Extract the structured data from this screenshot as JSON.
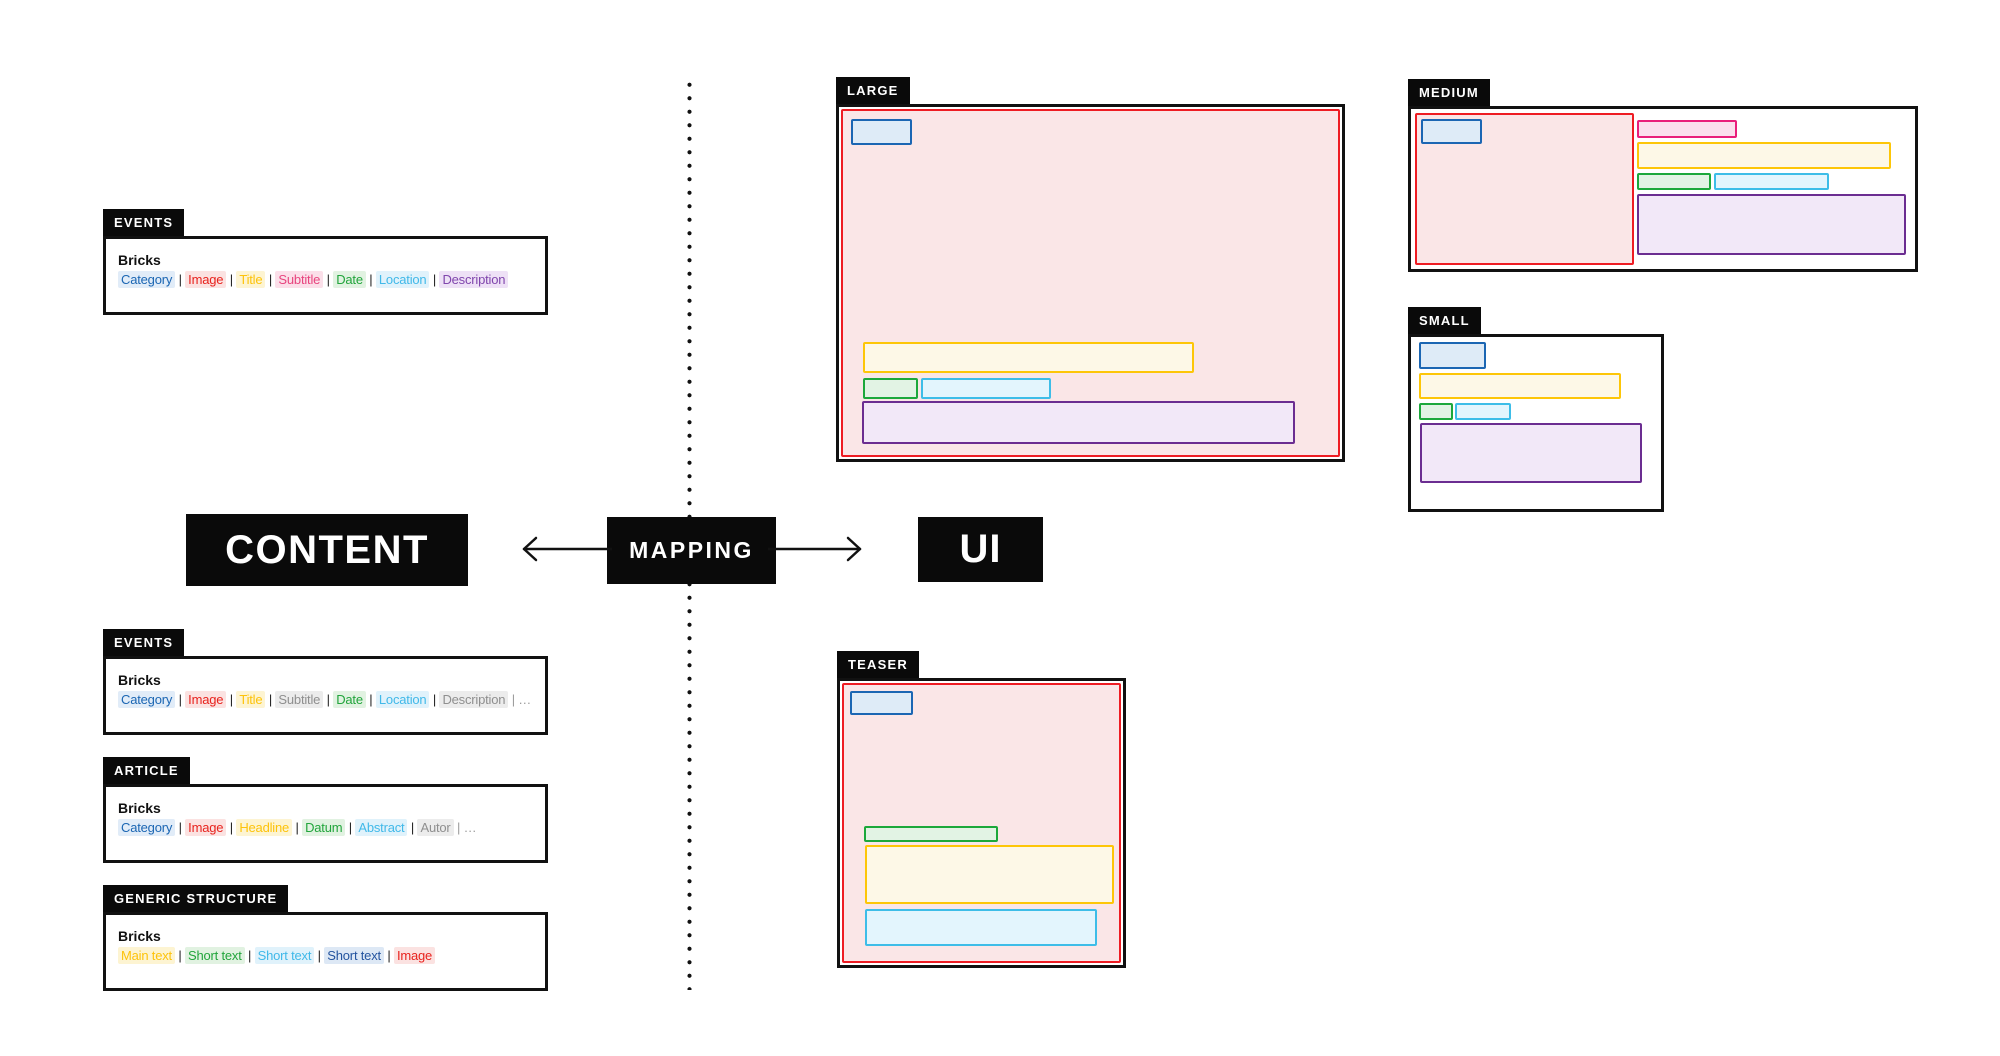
{
  "palette": {
    "blue": {
      "text": "#1b66b3",
      "bg": "#e1ecf8",
      "border": "#1b66b3",
      "fill": "#deebf7"
    },
    "red": {
      "text": "#e8231e",
      "bg": "#fbe2e1",
      "border": "#ee1c23",
      "fill": "#fae6e7"
    },
    "yellow": {
      "text": "#fdc30b",
      "bg": "#fdf4d2",
      "border": "#fdc608",
      "fill": "#fdf8e7"
    },
    "pink": {
      "text": "#e8457f",
      "bg": "#fbdfe9",
      "border": "#e91e7b",
      "fill": "#fbdeed"
    },
    "green": {
      "text": "#22a53c",
      "bg": "#e1f2e1",
      "border": "#1ca83b",
      "fill": "#e2f3e4"
    },
    "cyan": {
      "text": "#41b9e9",
      "bg": "#e0f2fb",
      "border": "#3dbde8",
      "fill": "#e3f5fd"
    },
    "purple": {
      "text": "#8046ad",
      "bg": "#eee1f6",
      "border": "#6b2d91",
      "fill": "#f2e8f8"
    },
    "navy": {
      "text": "#24549f",
      "bg": "#dde8f5",
      "border": "#24549f",
      "fill": "#dde8f5"
    },
    "gray": {
      "text": "#8f8f8f",
      "bg": "#ececec",
      "border": "#bdbdbd",
      "fill": "#ececec"
    }
  },
  "center": {
    "content_label": "CONTENT",
    "mapping_label": "MAPPING",
    "ui_label": "UI"
  },
  "content_boxes": [
    {
      "id": "events-top",
      "tag": "EVENTS",
      "bricks_title": "Bricks",
      "ellipsis": "",
      "bricks": [
        {
          "label": "Category",
          "color": "blue"
        },
        {
          "label": "Image",
          "color": "red"
        },
        {
          "label": "Title",
          "color": "yellow"
        },
        {
          "label": "Subtitle",
          "color": "pink"
        },
        {
          "label": "Date",
          "color": "green"
        },
        {
          "label": "Location",
          "color": "cyan"
        },
        {
          "label": "Description",
          "color": "purple"
        }
      ]
    },
    {
      "id": "events-mapped",
      "tag": "EVENTS",
      "bricks_title": "Bricks",
      "ellipsis": "…",
      "bricks": [
        {
          "label": "Category",
          "color": "blue"
        },
        {
          "label": "Image",
          "color": "red"
        },
        {
          "label": "Title",
          "color": "yellow"
        },
        {
          "label": "Subtitle",
          "color": "gray"
        },
        {
          "label": "Date",
          "color": "green"
        },
        {
          "label": "Location",
          "color": "cyan"
        },
        {
          "label": "Description",
          "color": "gray"
        }
      ]
    },
    {
      "id": "article",
      "tag": "ARTICLE",
      "bricks_title": "Bricks",
      "ellipsis": "…",
      "bricks": [
        {
          "label": "Category",
          "color": "blue"
        },
        {
          "label": "Image",
          "color": "red"
        },
        {
          "label": "Headline",
          "color": "yellow"
        },
        {
          "label": "Datum",
          "color": "green"
        },
        {
          "label": "Abstract",
          "color": "cyan"
        },
        {
          "label": "Autor",
          "color": "gray"
        }
      ]
    },
    {
      "id": "generic-structure",
      "tag": "GENERIC STRUCTURE",
      "bricks_title": "Bricks",
      "ellipsis": "",
      "bricks": [
        {
          "label": "Main text",
          "color": "yellow"
        },
        {
          "label": "Short text",
          "color": "green"
        },
        {
          "label": "Short text",
          "color": "cyan"
        },
        {
          "label": "Short text",
          "color": "navy"
        },
        {
          "label": "Image",
          "color": "red"
        }
      ]
    }
  ],
  "ui_boxes": {
    "large": {
      "tag": "LARGE"
    },
    "medium": {
      "tag": "MEDIUM"
    },
    "small": {
      "tag": "SMALL"
    },
    "teaser": {
      "tag": "TEASER"
    }
  }
}
